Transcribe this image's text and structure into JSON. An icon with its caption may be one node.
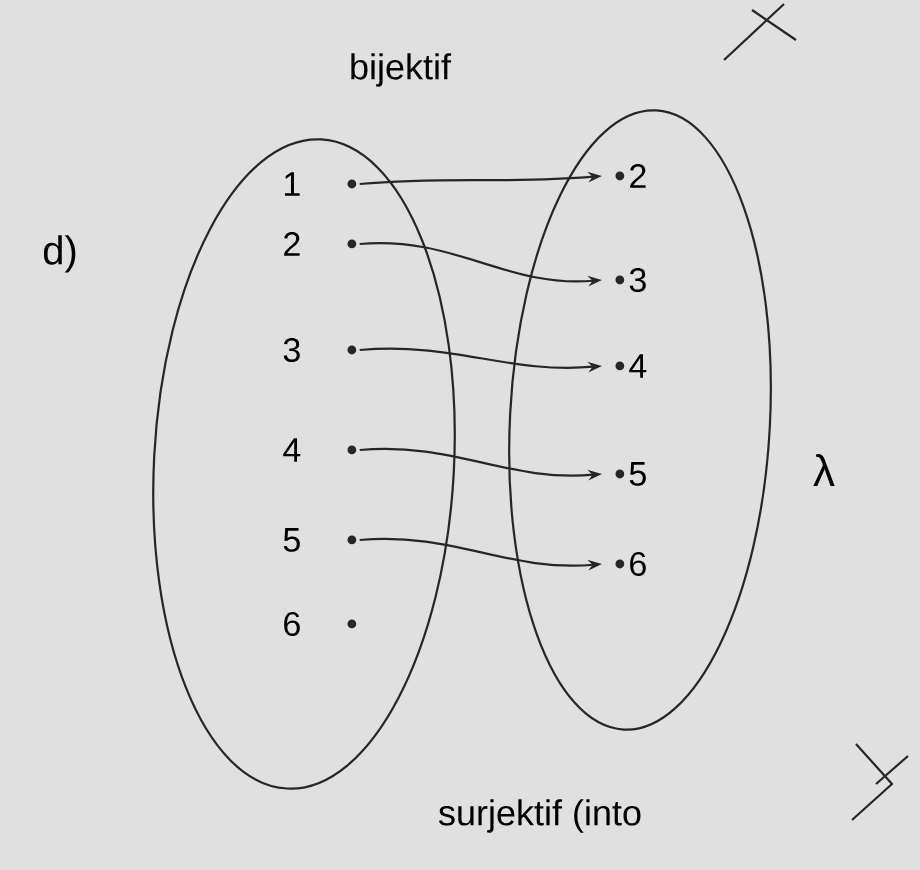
{
  "diagram": {
    "nodes": [
      {
        "text": [],
        "shape": "ellipse"
      },
      {
        "text": [
          "1"
        ],
        "in": 0
      },
      {
        "text": [
          "2"
        ],
        "in": 0
      },
      {
        "text": [
          "3"
        ],
        "in": 0
      },
      {
        "text": [
          "4"
        ],
        "in": 0
      },
      {
        "text": [
          "5"
        ],
        "in": 0
      },
      {
        "text": [
          "6"
        ],
        "in": 0
      },
      {
        "text": [],
        "shape": "ellipse"
      },
      {
        "text": [
          "2"
        ],
        "in": 7
      },
      {
        "text": [
          "3"
        ],
        "in": 7
      },
      {
        "text": [
          "4"
        ],
        "in": 7
      },
      {
        "text": [
          "5"
        ],
        "in": 7
      },
      {
        "text": [
          "6"
        ],
        "in": 7
      }
    ],
    "edges": [
      {
        "from": 1,
        "to": 8,
        "arrow": "to"
      },
      {
        "from": 2,
        "to": 9,
        "arrow": "to"
      },
      {
        "from": 3,
        "to": 10,
        "arrow": "to"
      },
      {
        "from": 4,
        "to": 11,
        "arrow": "to"
      },
      {
        "from": 5,
        "to": 12,
        "arrow": "to"
      }
    ],
    "labels": [
      "bijektif",
      "d)",
      "λ",
      "surjektif (into"
    ]
  }
}
